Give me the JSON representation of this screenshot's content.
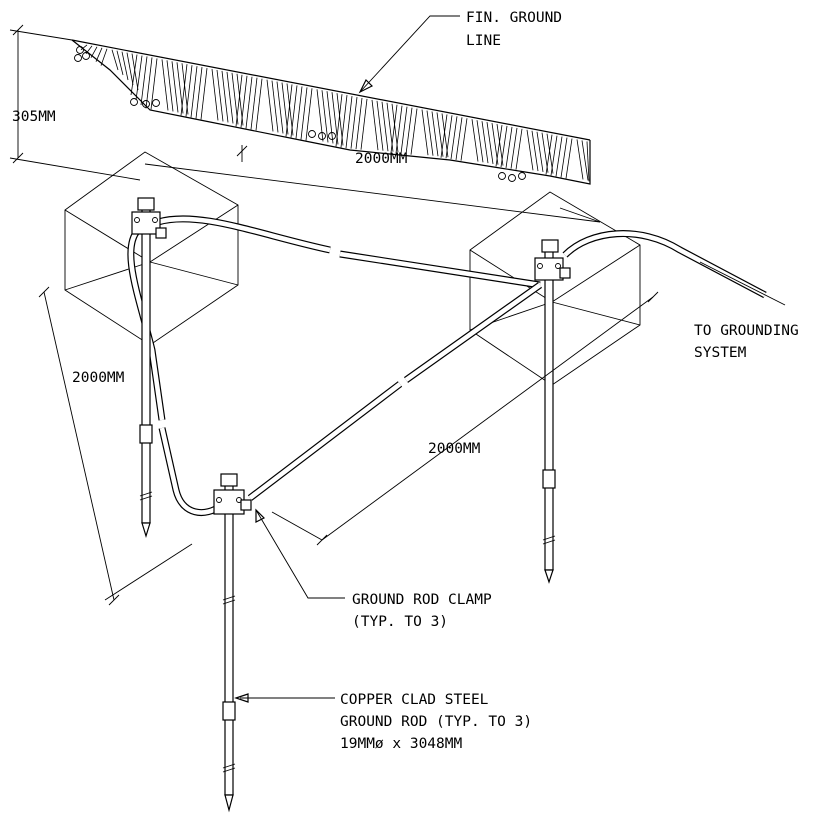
{
  "labels": {
    "fin_ground_line": [
      "FIN. GROUND",
      "LINE"
    ],
    "depth": "305MM",
    "dim_top": "2000MM",
    "dim_left": "2000MM",
    "dim_right": "2000MM",
    "to_grounding_system": [
      "TO GROUNDING",
      "SYSTEM"
    ],
    "ground_rod_clamp": [
      "GROUND ROD CLAMP",
      "(TYP. TO 3)"
    ],
    "ground_rod": [
      "COPPER CLAD STEEL",
      "GROUND ROD (TYP. TO 3)",
      "19MMø x 3048MM"
    ]
  }
}
